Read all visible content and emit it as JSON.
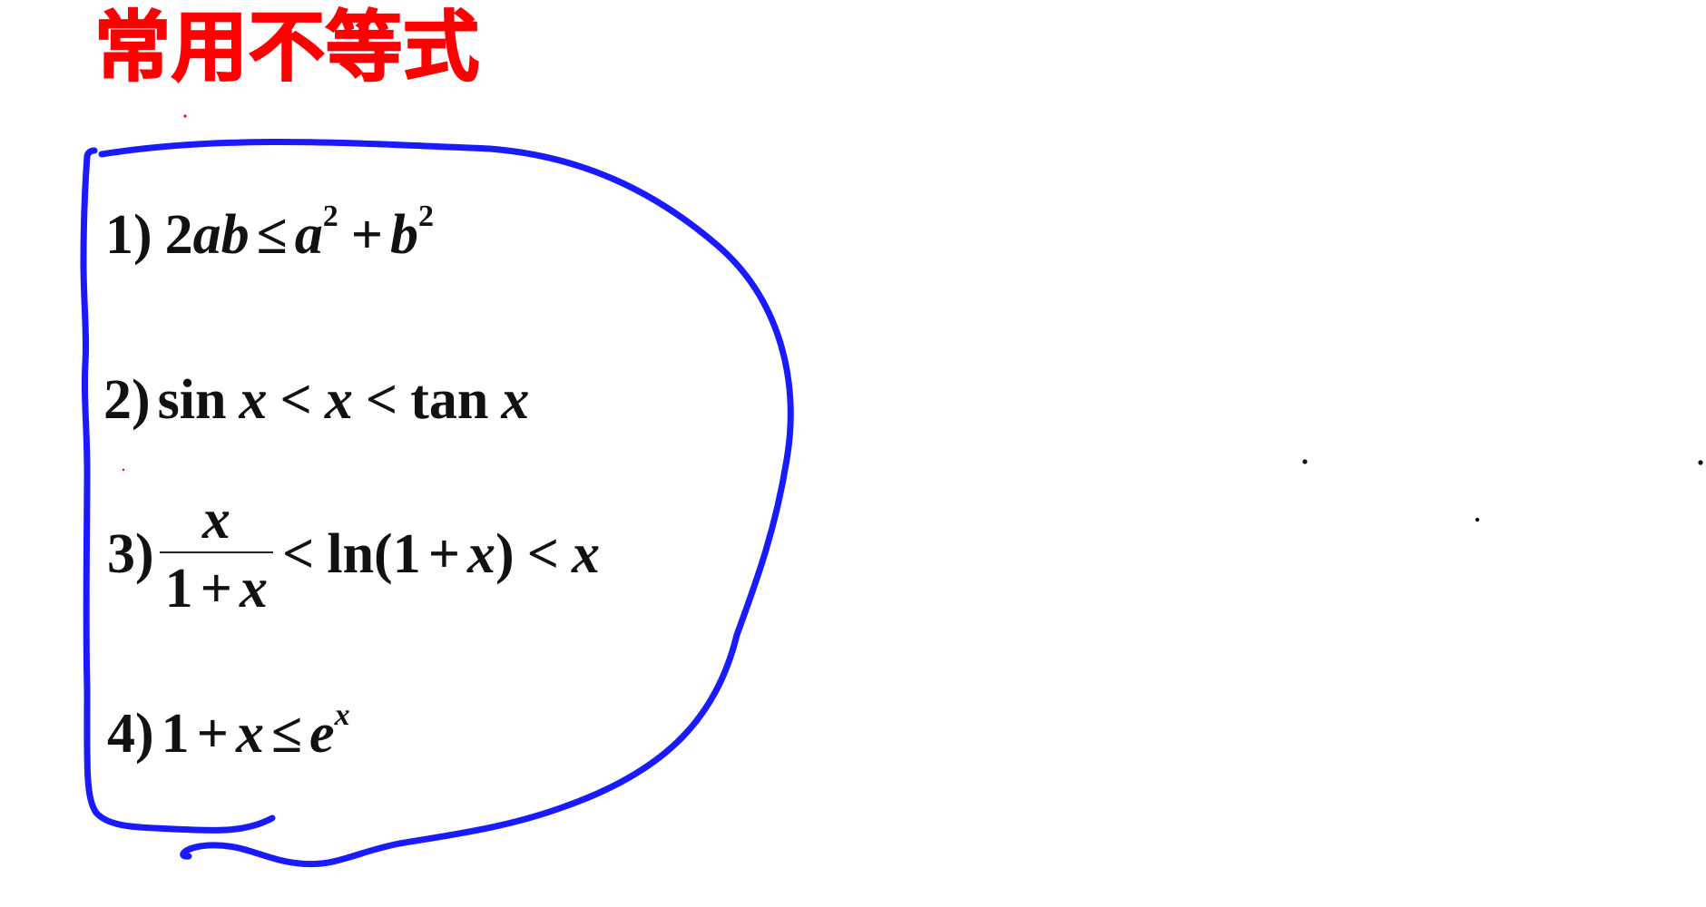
{
  "title": "常用不等式",
  "colors": {
    "title": "#ff0000",
    "bracket": "#1a1aff",
    "text": "#111111"
  },
  "formulas": [
    {
      "label": "1)",
      "two": "2",
      "ab": "ab",
      "leq": "≤",
      "a": "a",
      "sq1": "2",
      "plus": "+",
      "b": "b",
      "sq2": "2"
    },
    {
      "label": "2)",
      "sin": "sin",
      "x1": "x",
      "lt1": "<",
      "x2": "x",
      "lt2": "<",
      "tan": "tan",
      "x3": "x"
    },
    {
      "label": "3)",
      "num_x": "x",
      "den_one": "1",
      "den_plus": "+",
      "den_x": "x",
      "lt1": "<",
      "ln": "ln(1",
      "plus": "+",
      "x": "x",
      "close": ")",
      "lt2": "<",
      "x_end": "x"
    },
    {
      "label": "4)",
      "one": "1",
      "plus": "+",
      "x": "x",
      "leq": "≤",
      "e": "e",
      "exp": "x"
    }
  ]
}
